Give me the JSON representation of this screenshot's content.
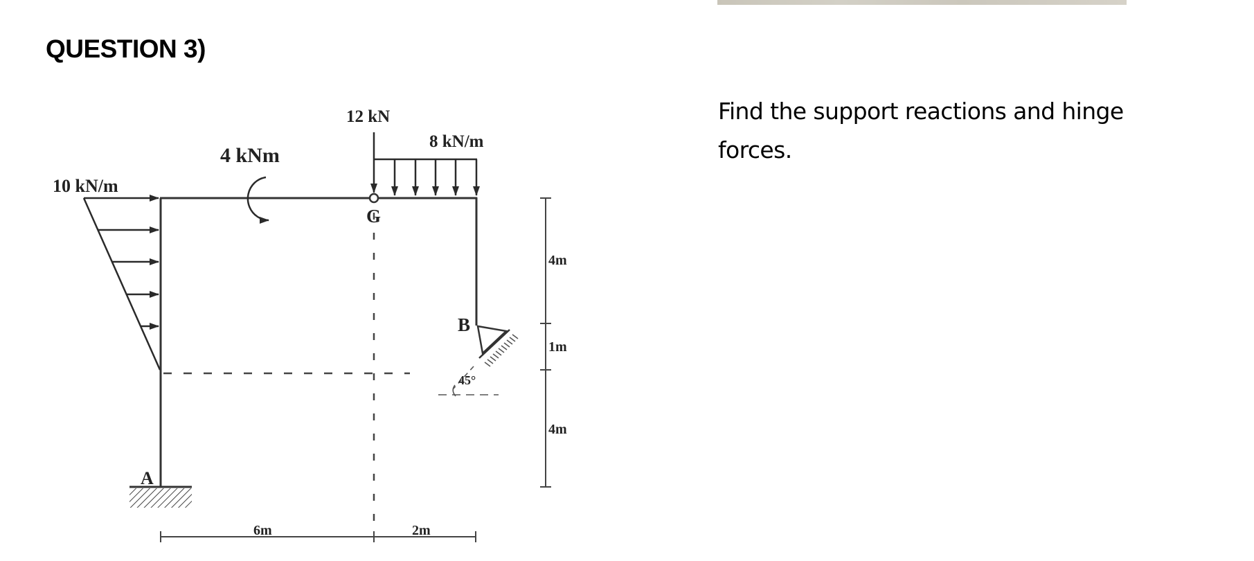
{
  "document": {
    "title": "QUESTION 3)",
    "instruction": "Find the support reactions and hinge forces."
  },
  "diagram": {
    "loads": {
      "triangular_load": "10 kN/m",
      "moment": "4 kNm",
      "point_load": "12 kN",
      "udl": "8 kN/m"
    },
    "points": {
      "support_a": "A",
      "hinge_g": "G",
      "support_b": "B"
    },
    "angle": "45°",
    "dimensions": {
      "horizontal": [
        "6m",
        "2m"
      ],
      "vertical": [
        "4m",
        "1m",
        "4m"
      ]
    }
  },
  "colors": {
    "line": "#333333",
    "text": "#222222",
    "strip": "#cdc9be"
  }
}
